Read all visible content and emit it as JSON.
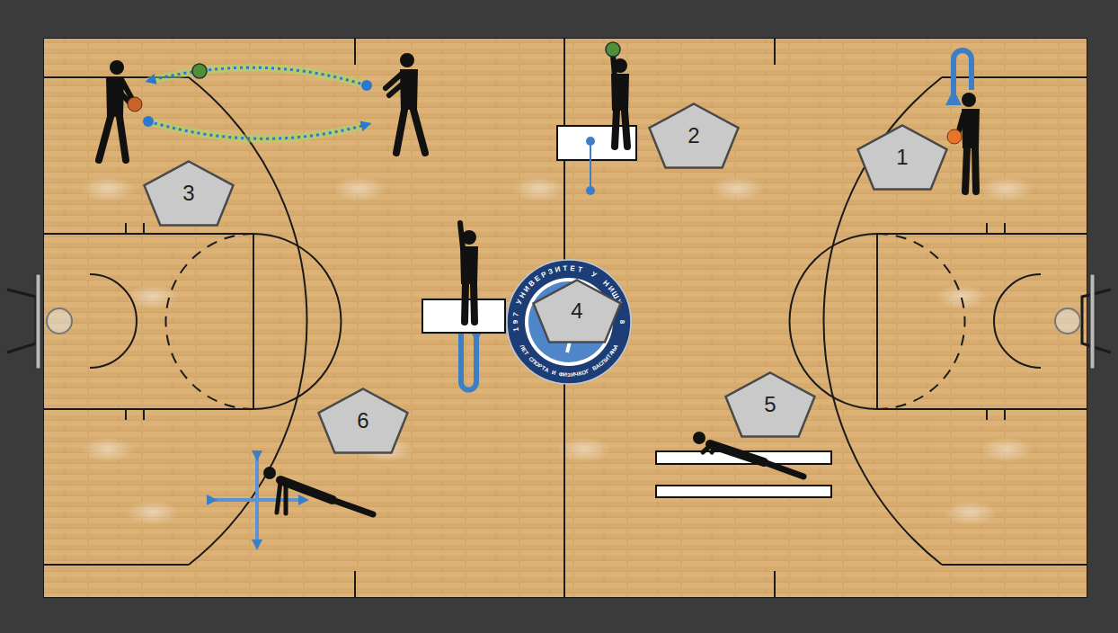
{
  "diagram": {
    "nodes": [
      {
        "text": [
          "1"
        ]
      },
      {
        "text": [
          "2"
        ]
      },
      {
        "text": [
          "3"
        ]
      },
      {
        "text": [
          "4"
        ]
      },
      {
        "text": [
          "5"
        ]
      },
      {
        "text": [
          "6"
        ]
      },
      {
        "text": [
          "УНИВЕРЗИТЕТ У НИШУ",
          "197",
          "8",
          "ЛЕТ СПОРТА И ФИЗИЧКОГ ВАСПИТАЊА"
        ]
      }
    ]
  }
}
